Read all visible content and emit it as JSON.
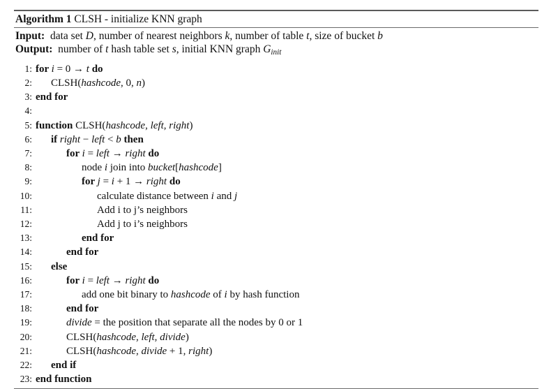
{
  "algorithm": {
    "title_label": "Algorithm 1",
    "title_text": "CLSH - initialize KNN graph",
    "input_label": "Input:",
    "input_text_1": "data set ",
    "input_var_D": "D",
    "input_text_2": ", number of nearest neighbors ",
    "input_var_k": "k",
    "input_text_3": ", number of table ",
    "input_var_t": "t",
    "input_text_4": ", size of bucket ",
    "input_var_b": "b",
    "output_label": "Output:",
    "output_text_1": "number of ",
    "output_var_t": "t",
    "output_text_2": " hash table set ",
    "output_var_s": "s",
    "output_text_3": ", initial KNN graph ",
    "output_var_G": "G",
    "output_var_G_sub": "init",
    "lines": [
      {
        "no": "1:",
        "indent": 0,
        "plain": "for i = 0 → t do",
        "parts": [
          {
            "t": "for ",
            "s": "kw"
          },
          {
            "t": "i",
            "s": "it"
          },
          {
            "t": " = 0 ",
            "s": "rm"
          },
          {
            "t": "→",
            "s": "arrow"
          },
          {
            "t": " ",
            "s": "rm"
          },
          {
            "t": "t",
            "s": "it"
          },
          {
            "t": " ",
            "s": "rm"
          },
          {
            "t": "do",
            "s": "kw"
          }
        ]
      },
      {
        "no": "2:",
        "indent": 1,
        "plain": "CLSH(hashcode, 0, n)",
        "parts": [
          {
            "t": "CLSH(",
            "s": "rm"
          },
          {
            "t": "hashcode",
            "s": "it"
          },
          {
            "t": ", 0, ",
            "s": "rm"
          },
          {
            "t": "n",
            "s": "it"
          },
          {
            "t": ")",
            "s": "rm"
          }
        ]
      },
      {
        "no": "3:",
        "indent": 0,
        "plain": "end for",
        "parts": [
          {
            "t": "end for",
            "s": "kw"
          }
        ]
      },
      {
        "no": "4:",
        "indent": 0,
        "plain": "",
        "parts": []
      },
      {
        "no": "5:",
        "indent": 0,
        "plain": "function CLSH(hashcode, left, right)",
        "parts": [
          {
            "t": "function ",
            "s": "kw"
          },
          {
            "t": "CLSH(",
            "s": "rm"
          },
          {
            "t": "hashcode",
            "s": "it"
          },
          {
            "t": ", ",
            "s": "rm"
          },
          {
            "t": "left",
            "s": "it"
          },
          {
            "t": ", ",
            "s": "rm"
          },
          {
            "t": "right",
            "s": "it"
          },
          {
            "t": ")",
            "s": "rm"
          }
        ]
      },
      {
        "no": "6:",
        "indent": 1,
        "plain": "if right − left < b then",
        "parts": [
          {
            "t": "if ",
            "s": "kw"
          },
          {
            "t": "right",
            "s": "it"
          },
          {
            "t": " − ",
            "s": "rm"
          },
          {
            "t": "left",
            "s": "it"
          },
          {
            "t": " < ",
            "s": "rm"
          },
          {
            "t": "b",
            "s": "it"
          },
          {
            "t": " ",
            "s": "rm"
          },
          {
            "t": "then",
            "s": "kw"
          }
        ]
      },
      {
        "no": "7:",
        "indent": 2,
        "plain": "for i = left → right do",
        "parts": [
          {
            "t": "for ",
            "s": "kw"
          },
          {
            "t": "i",
            "s": "it"
          },
          {
            "t": " = ",
            "s": "rm"
          },
          {
            "t": "left",
            "s": "it"
          },
          {
            "t": " ",
            "s": "rm"
          },
          {
            "t": "→",
            "s": "arrow"
          },
          {
            "t": " ",
            "s": "rm"
          },
          {
            "t": "right",
            "s": "it"
          },
          {
            "t": " ",
            "s": "rm"
          },
          {
            "t": "do",
            "s": "kw"
          }
        ]
      },
      {
        "no": "8:",
        "indent": 3,
        "plain": "node i join into bucket[hashcode]",
        "parts": [
          {
            "t": "node ",
            "s": "rm"
          },
          {
            "t": "i",
            "s": "it"
          },
          {
            "t": " join into ",
            "s": "rm"
          },
          {
            "t": "bucket",
            "s": "it"
          },
          {
            "t": "[",
            "s": "rm"
          },
          {
            "t": "hashcode",
            "s": "it"
          },
          {
            "t": "]",
            "s": "rm"
          }
        ]
      },
      {
        "no": "9:",
        "indent": 3,
        "plain": "for j = i + 1 → right do",
        "parts": [
          {
            "t": "for ",
            "s": "kw"
          },
          {
            "t": "j",
            "s": "it"
          },
          {
            "t": " = ",
            "s": "rm"
          },
          {
            "t": "i",
            "s": "it"
          },
          {
            "t": " + 1 ",
            "s": "rm"
          },
          {
            "t": "→",
            "s": "arrow"
          },
          {
            "t": " ",
            "s": "rm"
          },
          {
            "t": "right",
            "s": "it"
          },
          {
            "t": " ",
            "s": "rm"
          },
          {
            "t": "do",
            "s": "kw"
          }
        ]
      },
      {
        "no": "10:",
        "indent": 4,
        "plain": "calculate distance between i and j",
        "parts": [
          {
            "t": "calculate distance between ",
            "s": "rm"
          },
          {
            "t": "i",
            "s": "it"
          },
          {
            "t": " and ",
            "s": "rm"
          },
          {
            "t": "j",
            "s": "it"
          }
        ]
      },
      {
        "no": "11:",
        "indent": 4,
        "plain": "Add i to j's neighbors",
        "parts": [
          {
            "t": "Add i to j’s neighbors",
            "s": "rm"
          }
        ]
      },
      {
        "no": "12:",
        "indent": 4,
        "plain": "Add j to i's neighbors",
        "parts": [
          {
            "t": "Add j to i’s neighbors",
            "s": "rm"
          }
        ]
      },
      {
        "no": "13:",
        "indent": 3,
        "plain": "end for",
        "parts": [
          {
            "t": "end for",
            "s": "kw"
          }
        ]
      },
      {
        "no": "14:",
        "indent": 2,
        "plain": "end for",
        "parts": [
          {
            "t": "end for",
            "s": "kw"
          }
        ]
      },
      {
        "no": "15:",
        "indent": 1,
        "plain": "else",
        "parts": [
          {
            "t": "else",
            "s": "kw"
          }
        ]
      },
      {
        "no": "16:",
        "indent": 2,
        "plain": "for i = left → right do",
        "parts": [
          {
            "t": "for ",
            "s": "kw"
          },
          {
            "t": "i",
            "s": "it"
          },
          {
            "t": " = ",
            "s": "rm"
          },
          {
            "t": "left",
            "s": "it"
          },
          {
            "t": " ",
            "s": "rm"
          },
          {
            "t": "→",
            "s": "arrow"
          },
          {
            "t": " ",
            "s": "rm"
          },
          {
            "t": "right",
            "s": "it"
          },
          {
            "t": " ",
            "s": "rm"
          },
          {
            "t": "do",
            "s": "kw"
          }
        ]
      },
      {
        "no": "17:",
        "indent": 3,
        "plain": "add one bit binary to hashcode of i by hash function",
        "parts": [
          {
            "t": "add one bit binary to ",
            "s": "rm"
          },
          {
            "t": "hashcode",
            "s": "it"
          },
          {
            "t": " of ",
            "s": "rm"
          },
          {
            "t": "i",
            "s": "it"
          },
          {
            "t": " by hash function",
            "s": "rm"
          }
        ]
      },
      {
        "no": "18:",
        "indent": 2,
        "plain": "end for",
        "parts": [
          {
            "t": "end for",
            "s": "kw"
          }
        ]
      },
      {
        "no": "19:",
        "indent": 2,
        "plain": "divide = the position that separate all the nodes by 0 or 1",
        "parts": [
          {
            "t": "divide",
            "s": "it"
          },
          {
            "t": " = the position that separate all the nodes by 0 or 1",
            "s": "rm"
          }
        ]
      },
      {
        "no": "20:",
        "indent": 2,
        "plain": "CLSH(hashcode, left, divide)",
        "parts": [
          {
            "t": "CLSH(",
            "s": "rm"
          },
          {
            "t": "hashcode",
            "s": "it"
          },
          {
            "t": ", ",
            "s": "rm"
          },
          {
            "t": "left",
            "s": "it"
          },
          {
            "t": ", ",
            "s": "rm"
          },
          {
            "t": "divide",
            "s": "it"
          },
          {
            "t": ")",
            "s": "rm"
          }
        ]
      },
      {
        "no": "21:",
        "indent": 2,
        "plain": "CLSH(hashcode, divide + 1, right)",
        "parts": [
          {
            "t": "CLSH(",
            "s": "rm"
          },
          {
            "t": "hashcode",
            "s": "it"
          },
          {
            "t": ", ",
            "s": "rm"
          },
          {
            "t": "divide",
            "s": "it"
          },
          {
            "t": " + 1, ",
            "s": "rm"
          },
          {
            "t": "right",
            "s": "it"
          },
          {
            "t": ")",
            "s": "rm"
          }
        ]
      },
      {
        "no": "22:",
        "indent": 1,
        "plain": "end if",
        "parts": [
          {
            "t": "end if",
            "s": "kw"
          }
        ]
      },
      {
        "no": "23:",
        "indent": 0,
        "plain": "end function",
        "parts": [
          {
            "t": "end function",
            "s": "kw"
          }
        ]
      }
    ]
  }
}
